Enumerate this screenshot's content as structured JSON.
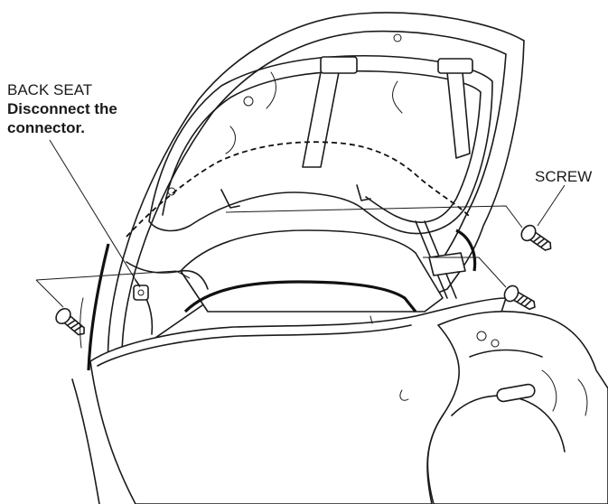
{
  "labels": {
    "part_name": "BACK SEAT",
    "instruction_line1": "Disconnect the",
    "instruction_line2": "connector.",
    "screw": "SCREW"
  },
  "colors": {
    "ink": "#1a1a1a",
    "background": "#ffffff"
  },
  "icons": [
    "screw-icon",
    "connector-icon"
  ]
}
